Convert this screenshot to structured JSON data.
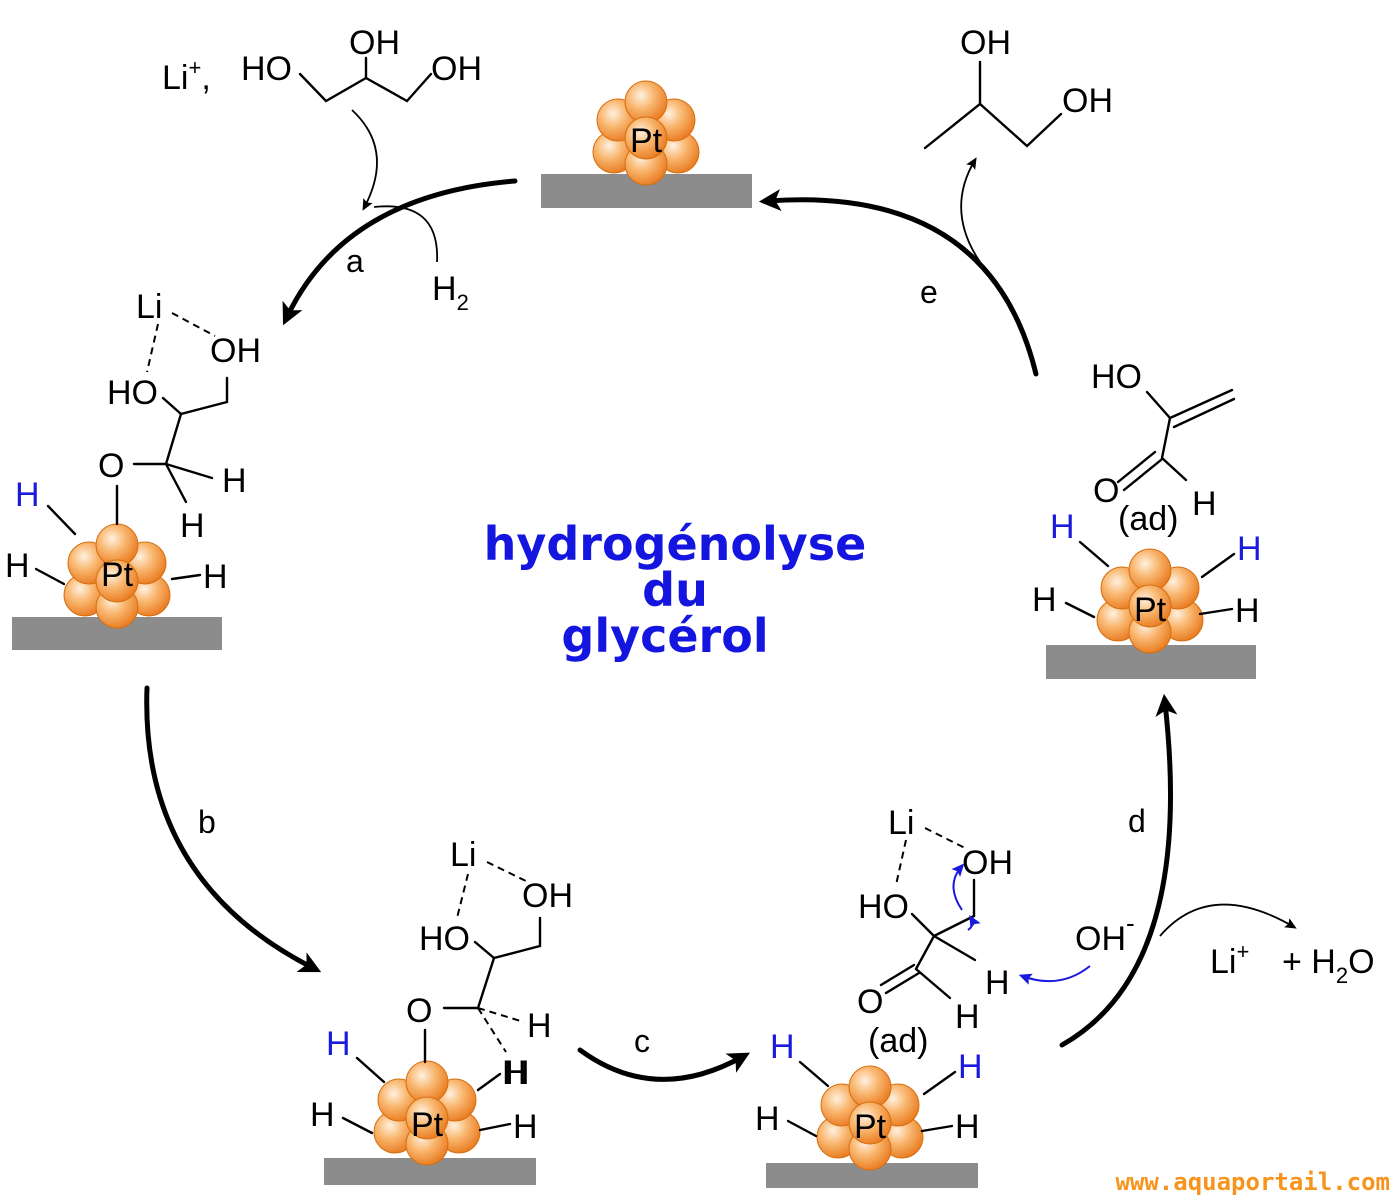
{
  "title": {
    "line1": "hydrogénolyse",
    "line2": "du",
    "line3": "glycérol"
  },
  "steps": {
    "a": "a",
    "b": "b",
    "c": "c",
    "d": "d",
    "e": "e"
  },
  "catalyst_label": "Pt",
  "atoms": {
    "H": "H",
    "OH": "OH",
    "HO": "HO",
    "O": "O",
    "Li": "Li",
    "ad": "(ad)"
  },
  "reagents": {
    "li_plus": "Li",
    "plus_sup": "+",
    "comma": ",",
    "h2": "H",
    "h2_sub": "2",
    "hydroxide": "OH",
    "minus_sup": "-",
    "byproduct_water": "+ H",
    "water_sub": "2",
    "water_o": "O"
  },
  "colors": {
    "title": "#1515e0",
    "adsorbed_hydrogen": "#1a1adc",
    "platinum": "#f7a050",
    "support": "#8c8c8c",
    "watermark": "#f7941d"
  },
  "watermark": "www.aquaportail.com"
}
